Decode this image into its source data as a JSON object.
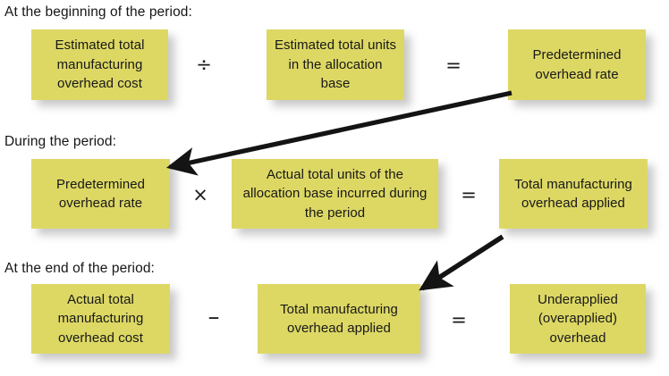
{
  "diagram": {
    "title_rows": [
      {
        "label": "At the beginning of the period:"
      },
      {
        "label": "During the period:"
      },
      {
        "label": "At the end of the period:"
      }
    ],
    "colors": {
      "box_fill": "#ddd864",
      "text": "#181818",
      "arrow": "#1a1a1a",
      "background": "#ffffff"
    },
    "rows": [
      {
        "name": "beginning-of-period",
        "label": "At the beginning of the period:",
        "boxes": [
          {
            "name": "estimated-total-manufacturing-overhead-cost",
            "text": "Estimated total manufacturing overhead cost"
          },
          {
            "name": "estimated-total-units-in-the-allocation-base",
            "text": "Estimated total units in the allocation base"
          },
          {
            "name": "predetermined-overhead-rate",
            "text": "Predetermined overhead rate"
          }
        ],
        "operators": [
          {
            "name": "divide-operator",
            "symbol": "÷"
          },
          {
            "name": "equals-operator",
            "symbol": "="
          }
        ]
      },
      {
        "name": "during-the-period",
        "label": "During the period:",
        "boxes": [
          {
            "name": "predetermined-overhead-rate",
            "text": "Predetermined overhead rate"
          },
          {
            "name": "actual-total-units-of-the-allocation-base-incurred-during-the-period",
            "text": "Actual total units of the allocation base incurred during the period"
          },
          {
            "name": "total-manufacturing-overhead-applied",
            "text": "Total manufacturing overhead applied"
          }
        ],
        "operators": [
          {
            "name": "multiply-operator",
            "symbol": "×"
          },
          {
            "name": "equals-operator",
            "symbol": "="
          }
        ]
      },
      {
        "name": "end-of-period",
        "label": "At the end of the period:",
        "boxes": [
          {
            "name": "actual-total-manufacturing-overhead-cost",
            "text": "Actual total manufacturing overhead cost"
          },
          {
            "name": "total-manufacturing-overhead-applied",
            "text": "Total manufacturing overhead applied"
          },
          {
            "name": "underapplied-overapplied-overhead",
            "text": "Underapplied (overapplied) overhead"
          }
        ],
        "operators": [
          {
            "name": "minus-operator",
            "symbol": "–"
          },
          {
            "name": "equals-operator",
            "symbol": "="
          }
        ]
      }
    ],
    "connectors": [
      {
        "name": "arrow-rate-to-during-period",
        "from": "predetermined-overhead-rate (beginning of period)",
        "to": "predetermined-overhead-rate (during the period)"
      },
      {
        "name": "arrow-applied-to-end-of-period",
        "from": "total-manufacturing-overhead-applied (during the period)",
        "to": "total-manufacturing-overhead-applied (end of period)"
      }
    ]
  }
}
